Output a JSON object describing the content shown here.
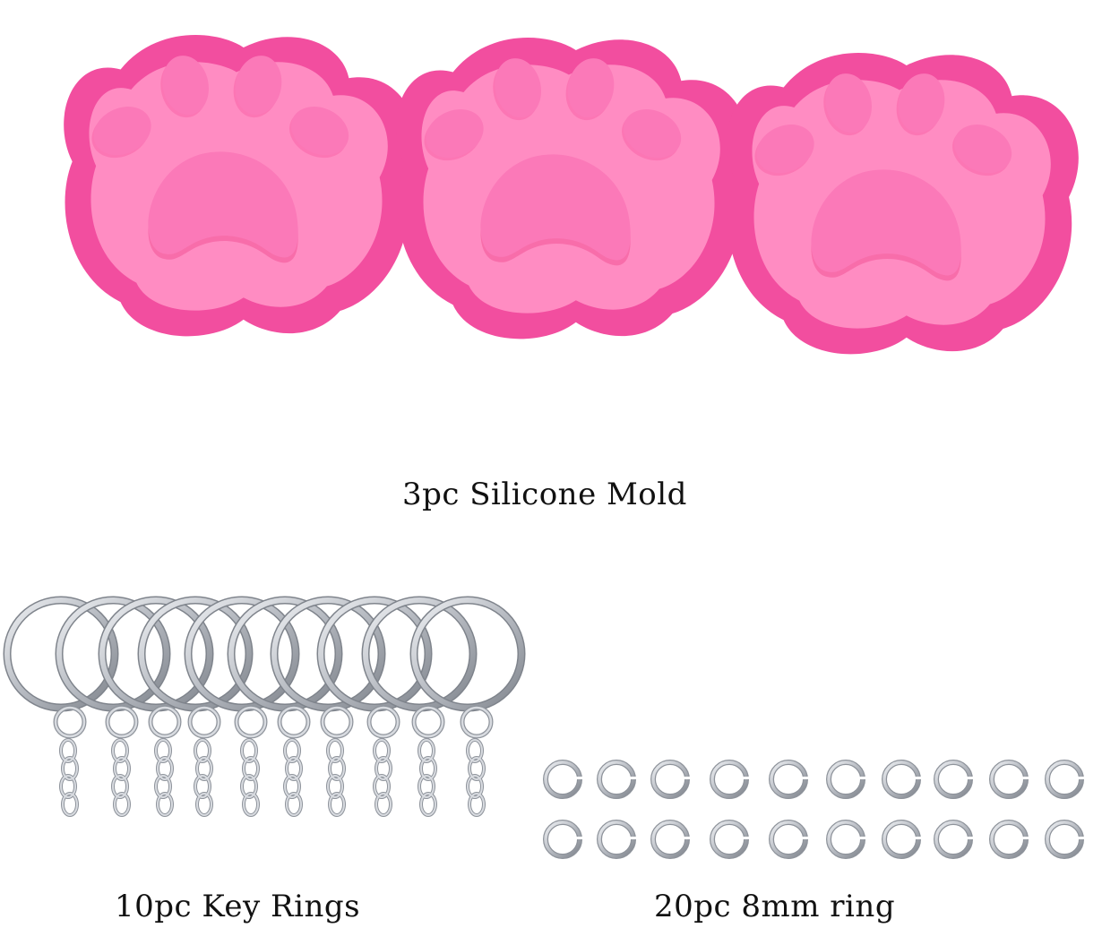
{
  "captions": {
    "mold": "3pc Silicone Mold",
    "keyrings": "10pc Key Rings",
    "jumprings": "20pc 8mm ring"
  },
  "colors": {
    "mold_dark": "#f24e9f",
    "mold_light": "#ff8cc2",
    "mold_mid": "#fb6fb0",
    "metal": "#c9ccd1",
    "metal_dark": "#8e939b"
  },
  "items": {
    "molds": 3,
    "key_rings": 10,
    "jump_rings": 20
  }
}
